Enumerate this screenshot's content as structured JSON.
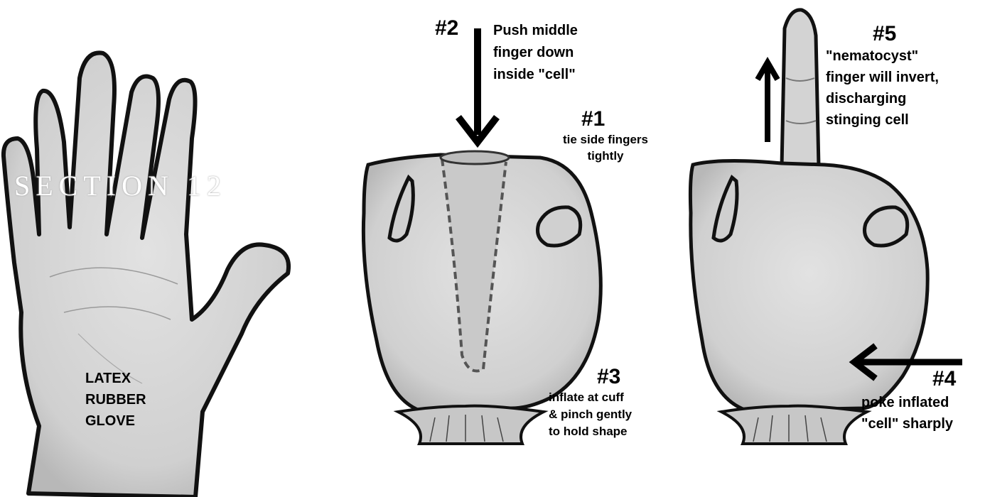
{
  "section_title": "SECTION 12",
  "glove": {
    "label_lines": [
      "LATEX",
      "RUBBER",
      "GLOVE"
    ]
  },
  "steps": {
    "s1": {
      "number": "#1",
      "lines": [
        "tie side fingers",
        "tightly"
      ]
    },
    "s2": {
      "number": "#2",
      "lines": [
        "Push middle",
        "finger down",
        "inside \"cell\""
      ]
    },
    "s3": {
      "number": "#3",
      "lines": [
        "inflate at cuff",
        "& pinch gently",
        "to hold shape"
      ]
    },
    "s4": {
      "number": "#4",
      "lines": [
        "poke inflated",
        "\"cell\" sharply"
      ]
    },
    "s5": {
      "number": "#5",
      "lines": [
        "\"nematocyst\"",
        "finger will invert,",
        "discharging",
        "stinging cell"
      ]
    }
  },
  "colors": {
    "glove_fill": "#d6d6d6",
    "outline": "#111111",
    "arrow": "#000000",
    "background": "#ffffff"
  }
}
